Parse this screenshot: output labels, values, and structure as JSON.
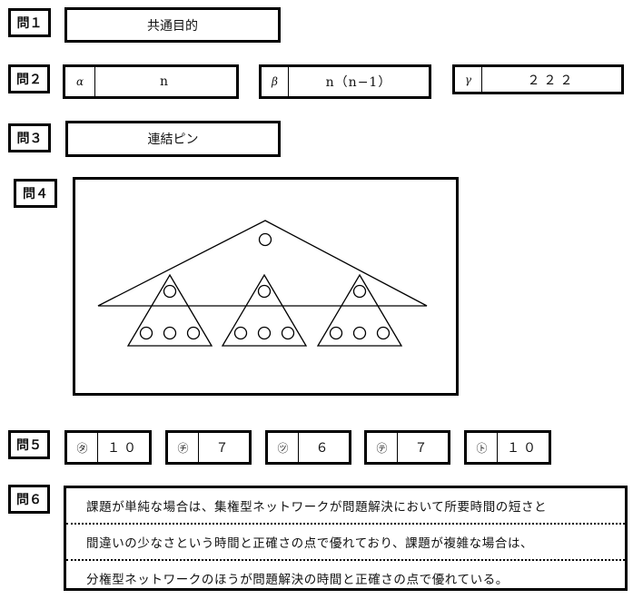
{
  "q1": {
    "label": "問１",
    "answer": "共通目的"
  },
  "q2": {
    "label": "問２",
    "items": [
      {
        "key": "α",
        "value": "n"
      },
      {
        "key": "β",
        "value": "n（n−1）"
      },
      {
        "key": "γ",
        "value": "２２２"
      }
    ]
  },
  "q3": {
    "label": "問３",
    "answer": "連結ピン"
  },
  "q4": {
    "label": "問４"
  },
  "q5": {
    "label": "問５",
    "items": [
      {
        "key": "㋟",
        "value": "１０"
      },
      {
        "key": "㋠",
        "value": "７"
      },
      {
        "key": "㋡",
        "value": "６"
      },
      {
        "key": "㋢",
        "value": "７"
      },
      {
        "key": "㋣",
        "value": "１０"
      }
    ]
  },
  "q6": {
    "label": "問６",
    "lines": [
      "課題が単純な場合は、集権型ネットワークが問題解決において所要時間の短さと",
      "間違いの少なさという時間と正確さの点で優れており、課題が複雑な場合は、",
      "分権型ネットワークのほうが問題解決の時間と正確さの点で優れている。"
    ]
  }
}
